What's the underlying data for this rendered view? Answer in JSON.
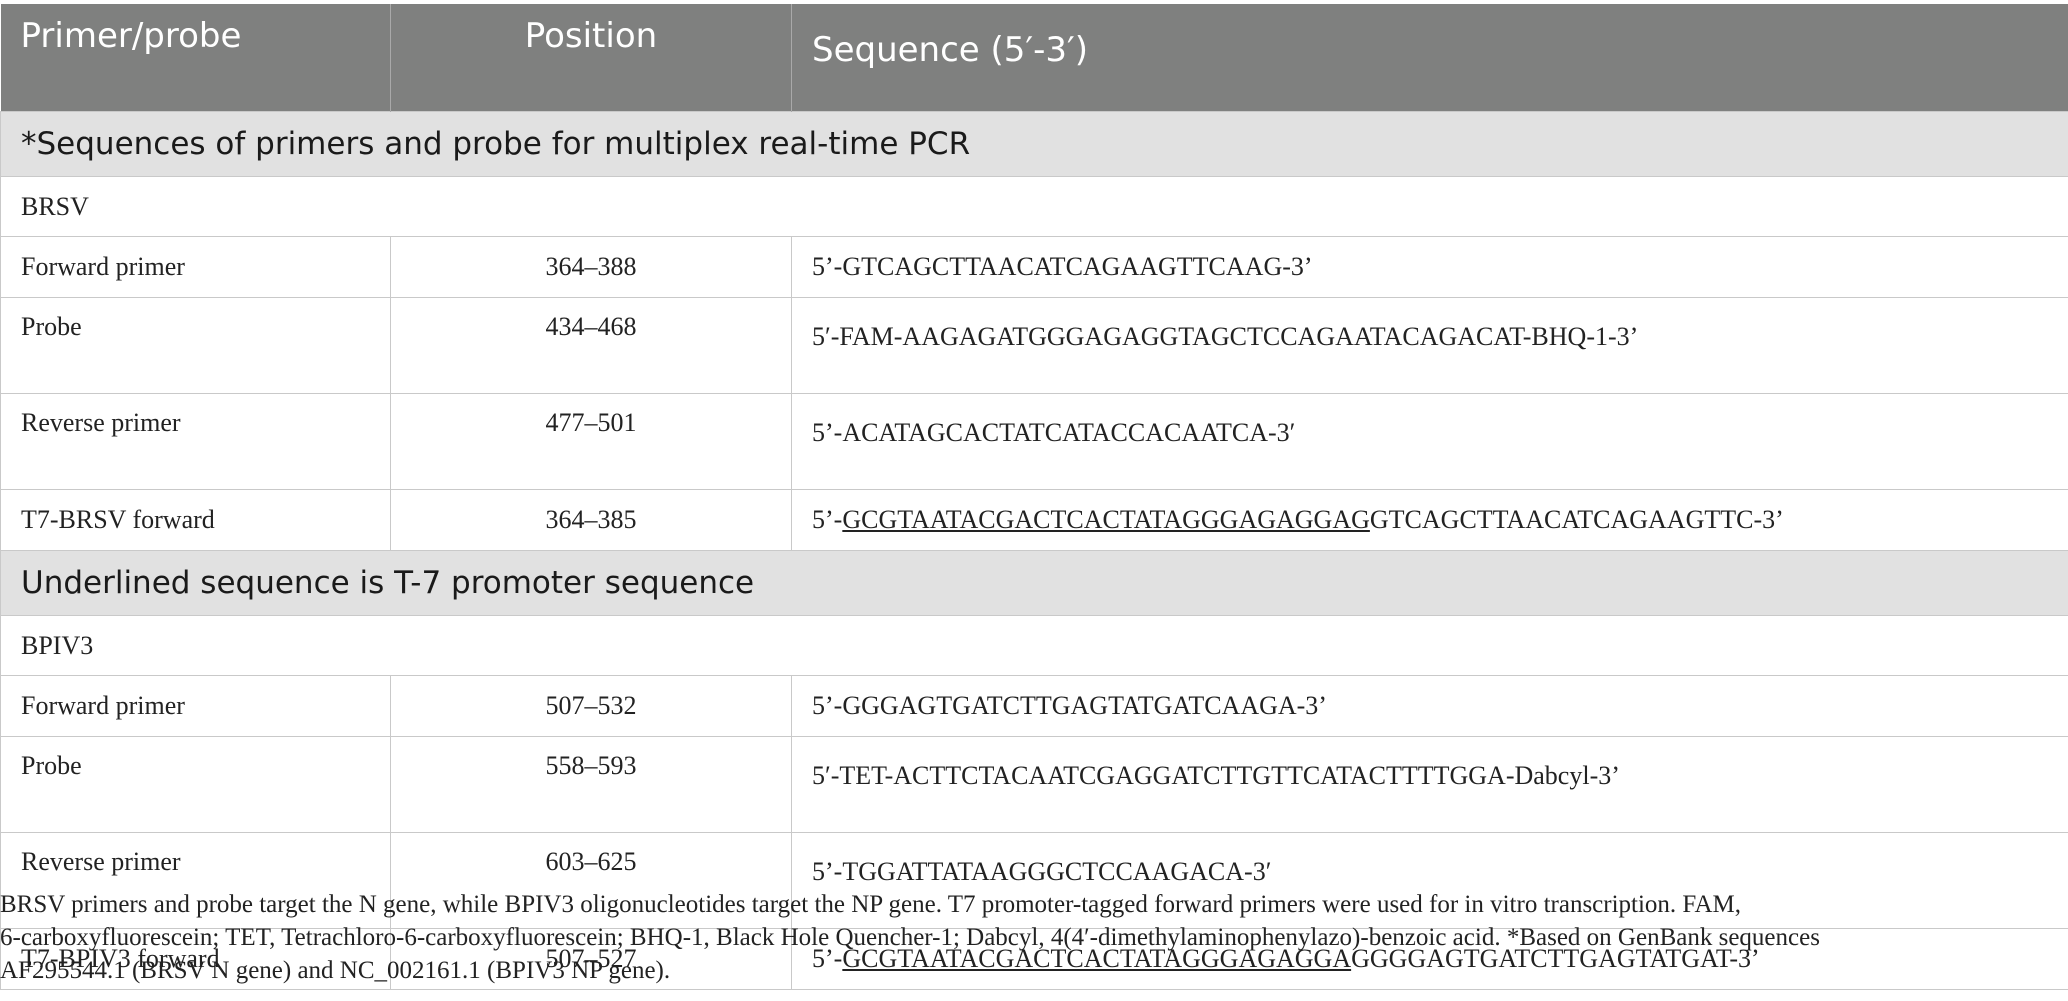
{
  "table": {
    "headers": [
      "Primer/probe",
      "Position",
      "Sequence (5′-3′)"
    ],
    "sections": [
      {
        "title": "*Sequences of primers and probe for multiplex real-time PCR",
        "group": "BRSV",
        "rows": [
          {
            "name": "Forward primer",
            "position": "364–388",
            "seq_pre": "5’-GTCAGCTTAACATCAGAAGTTCAAG-3’",
            "seq_ul": "",
            "seq_post": ""
          },
          {
            "name": "Probe",
            "position": "434–468",
            "seq_pre": "5′-FAM-AAGAGATGGGAGAGGTAGCTCCAGAATACAGACAT-BHQ-1-3’",
            "seq_ul": "",
            "seq_post": ""
          },
          {
            "name": "Reverse primer",
            "position": "477–501",
            "seq_pre": "5’-ACATAGCACTATCATACCACAATCA-3′",
            "seq_ul": "",
            "seq_post": ""
          },
          {
            "name": "T7-BRSV forward",
            "position": "364–385",
            "seq_pre": "5’-",
            "seq_ul": "GCGTAATACGACTCACTATAGGGAGAGGAG",
            "seq_post": "GTCAGCTTAACATCAGAAGTTC-3’"
          }
        ]
      },
      {
        "title": "Underlined sequence is T-7 promoter sequence",
        "group": "BPIV3",
        "rows": [
          {
            "name": "Forward primer",
            "position": "507–532",
            "seq_pre": "5’-GGGAGTGATCTTGAGTATGATCAAGA-3’",
            "seq_ul": "",
            "seq_post": ""
          },
          {
            "name": "Probe",
            "position": "558–593",
            "seq_pre": "5′-TET-ACTTCTACAATCGAGGATCTTGTTCATACTTTTGGA-Dabcyl-3’",
            "seq_ul": "",
            "seq_post": ""
          },
          {
            "name": "Reverse primer",
            "position": "603–625",
            "seq_pre": "5’-TGGATTATAAGGGCTCCAAGACA-3′",
            "seq_ul": "",
            "seq_post": ""
          },
          {
            "name": "T7-BPIV3 forward",
            "position": "507–527",
            "seq_pre": "5’-",
            "seq_ul": "GCGTAATACGACTCACTATAGGGAGAGGA",
            "seq_post": "GGGGAGTGATCTTGAGTATGAT-3’"
          }
        ]
      }
    ]
  },
  "footnote": {
    "lines": [
      "BRSV primers and probe target the N gene, while BPIV3 oligonucleotides target the NP gene. T7 promoter-tagged forward primers were used for in vitro transcription. FAM,",
      "6-carboxyfluorescein; TET, Tetrachloro-6-carboxyfluorescein; BHQ-1, Black Hole Quencher-1; Dabcyl, 4(4′-dimethylaminophenylazo)-benzoic acid. *Based on GenBank sequences",
      "AF295544.1 (BRSV N gene) and NC_002161.1 (BPIV3 NP gene)."
    ]
  }
}
